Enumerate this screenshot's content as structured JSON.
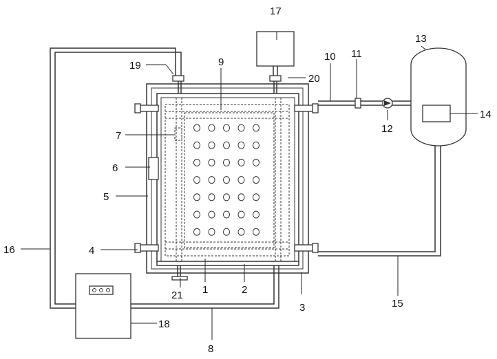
{
  "labels": {
    "l1": "1",
    "l2": "2",
    "l3": "3",
    "l4": "4",
    "l5": "5",
    "l6": "6",
    "l7": "7",
    "l8": "8",
    "l9": "9",
    "l10": "10",
    "l11": "11",
    "l12": "12",
    "l13": "13",
    "l14": "14",
    "l15": "15",
    "l16": "16",
    "l17": "17",
    "l18": "18",
    "l19": "19",
    "l20": "20",
    "l21": "21"
  },
  "colors": {
    "line": "#333333",
    "background": "#ffffff"
  },
  "hole_grid": {
    "rows": 7,
    "cols": 5
  }
}
